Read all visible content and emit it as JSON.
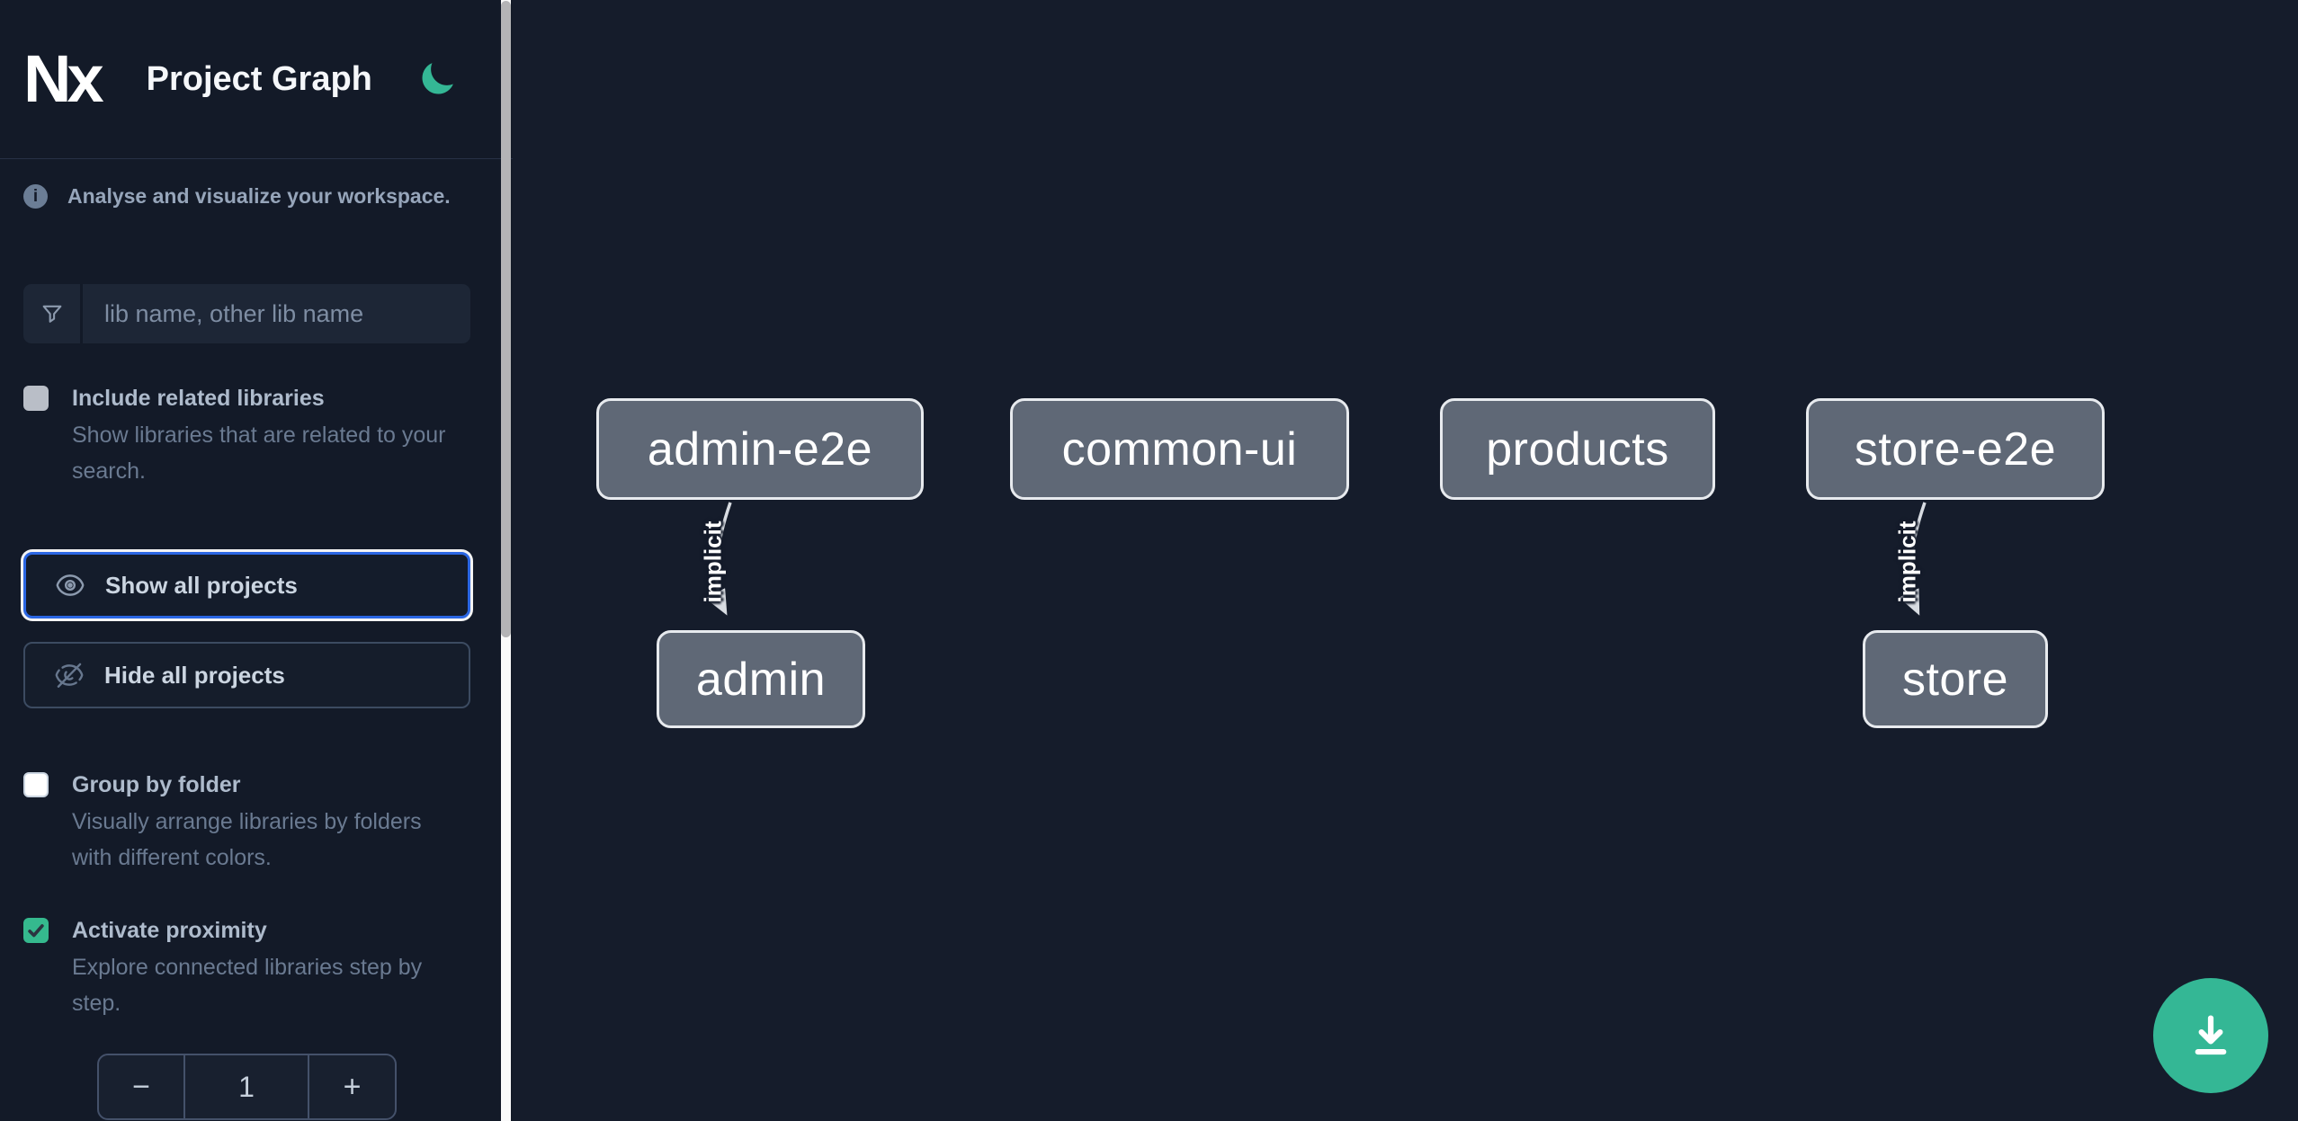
{
  "header": {
    "app_name": "Nx",
    "title": "Project Graph"
  },
  "sidebar": {
    "tagline": "Analyse and visualize your workspace.",
    "search": {
      "placeholder": "lib name, other lib name"
    },
    "include_related": {
      "label": "Include related libraries",
      "description": "Show libraries that are related to your search.",
      "checked": false
    },
    "show_all": {
      "label": "Show all projects",
      "focused": true
    },
    "hide_all": {
      "label": "Hide all projects"
    },
    "group_by_folder": {
      "label": "Group by folder",
      "description": "Visually arrange libraries by folders with different colors.",
      "checked": false
    },
    "activate_proximity": {
      "label": "Activate proximity",
      "description": "Explore connected libraries step by step.",
      "checked": true
    },
    "proximity_stepper": {
      "decrement": "−",
      "value": "1",
      "increment": "+"
    }
  },
  "graph": {
    "nodes": [
      {
        "id": "admin-e2e",
        "label": "admin-e2e"
      },
      {
        "id": "common-ui",
        "label": "common-ui"
      },
      {
        "id": "products",
        "label": "products"
      },
      {
        "id": "store-e2e",
        "label": "store-e2e"
      },
      {
        "id": "admin",
        "label": "admin"
      },
      {
        "id": "store",
        "label": "store"
      }
    ],
    "edges": [
      {
        "source": "admin-e2e",
        "target": "admin",
        "label": "implicit"
      },
      {
        "source": "store-e2e",
        "target": "store",
        "label": "implicit"
      }
    ]
  },
  "fab": {
    "action": "download-graph-image"
  },
  "colors": {
    "accent_green": "#34b795",
    "focus_blue": "#2b66e3",
    "node_fill": "#5f6876",
    "node_border": "#e7eaee",
    "edge": "#d8dce2",
    "sidebar_bg": "#131a28",
    "canvas_bg": "#151c2b"
  }
}
